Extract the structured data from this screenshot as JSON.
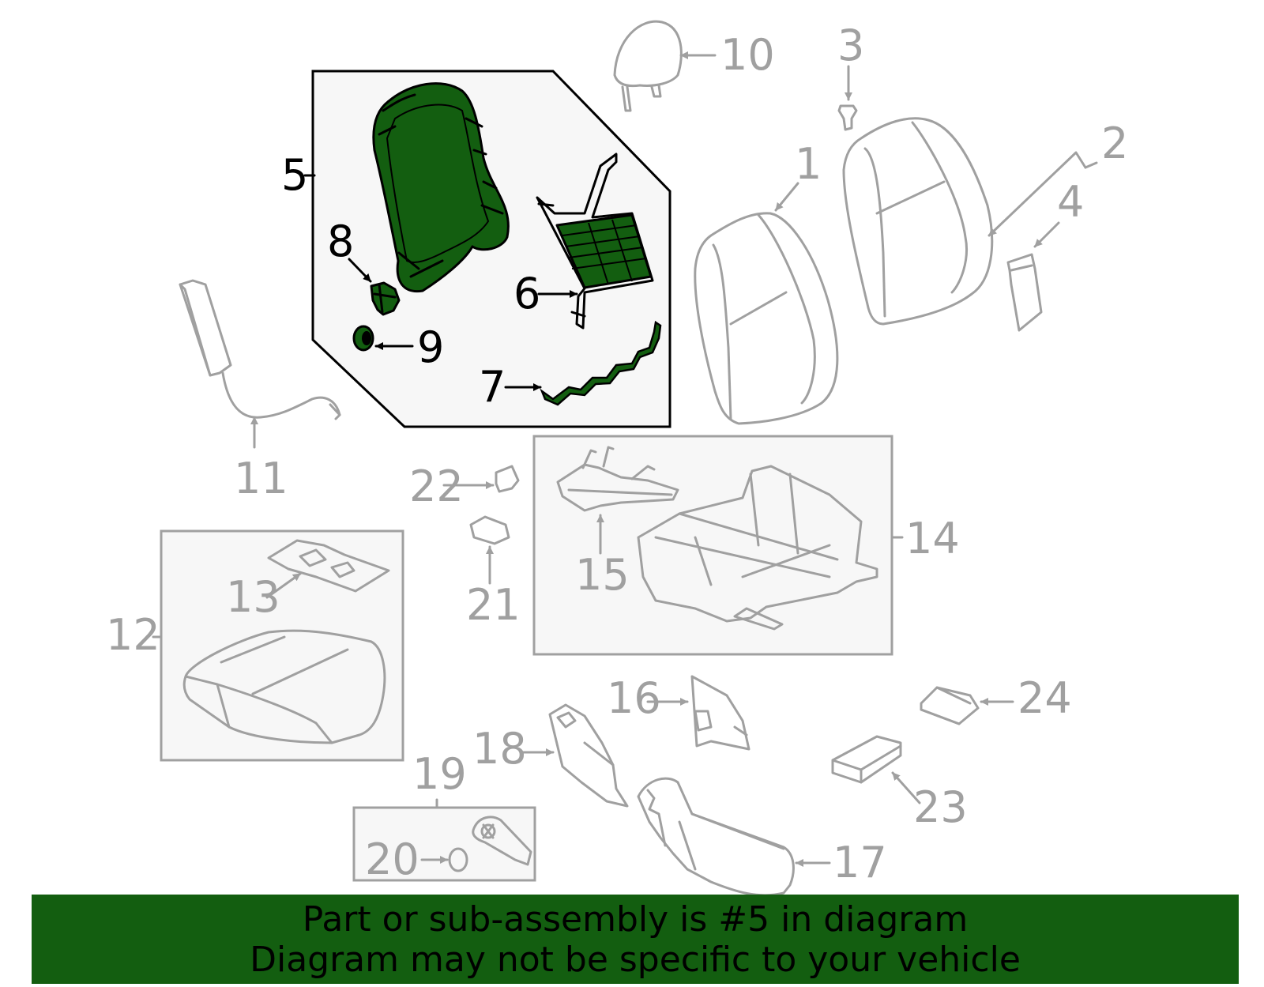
{
  "callouts": {
    "c1": "1",
    "c2": "2",
    "c3": "3",
    "c4": "4",
    "c5": "5",
    "c6": "6",
    "c7": "7",
    "c8": "8",
    "c9": "9",
    "c10": "10",
    "c11": "11",
    "c12": "12",
    "c13": "13",
    "c14": "14",
    "c15": "15",
    "c16": "16",
    "c17": "17",
    "c18": "18",
    "c19": "19",
    "c20": "20",
    "c21": "21",
    "c22": "22",
    "c23": "23",
    "c24": "24"
  },
  "highlighted_part": "5",
  "colors": {
    "highlight_fill": "#135e10",
    "outline_grey": "#a0a0a0",
    "highlight_box_bg": "#f7f7f7",
    "banner_bg": "#135e10"
  },
  "banner": {
    "line1": "Part or sub-assembly is #5 in diagram",
    "line2": "Diagram may not be specific to your vehicle"
  }
}
